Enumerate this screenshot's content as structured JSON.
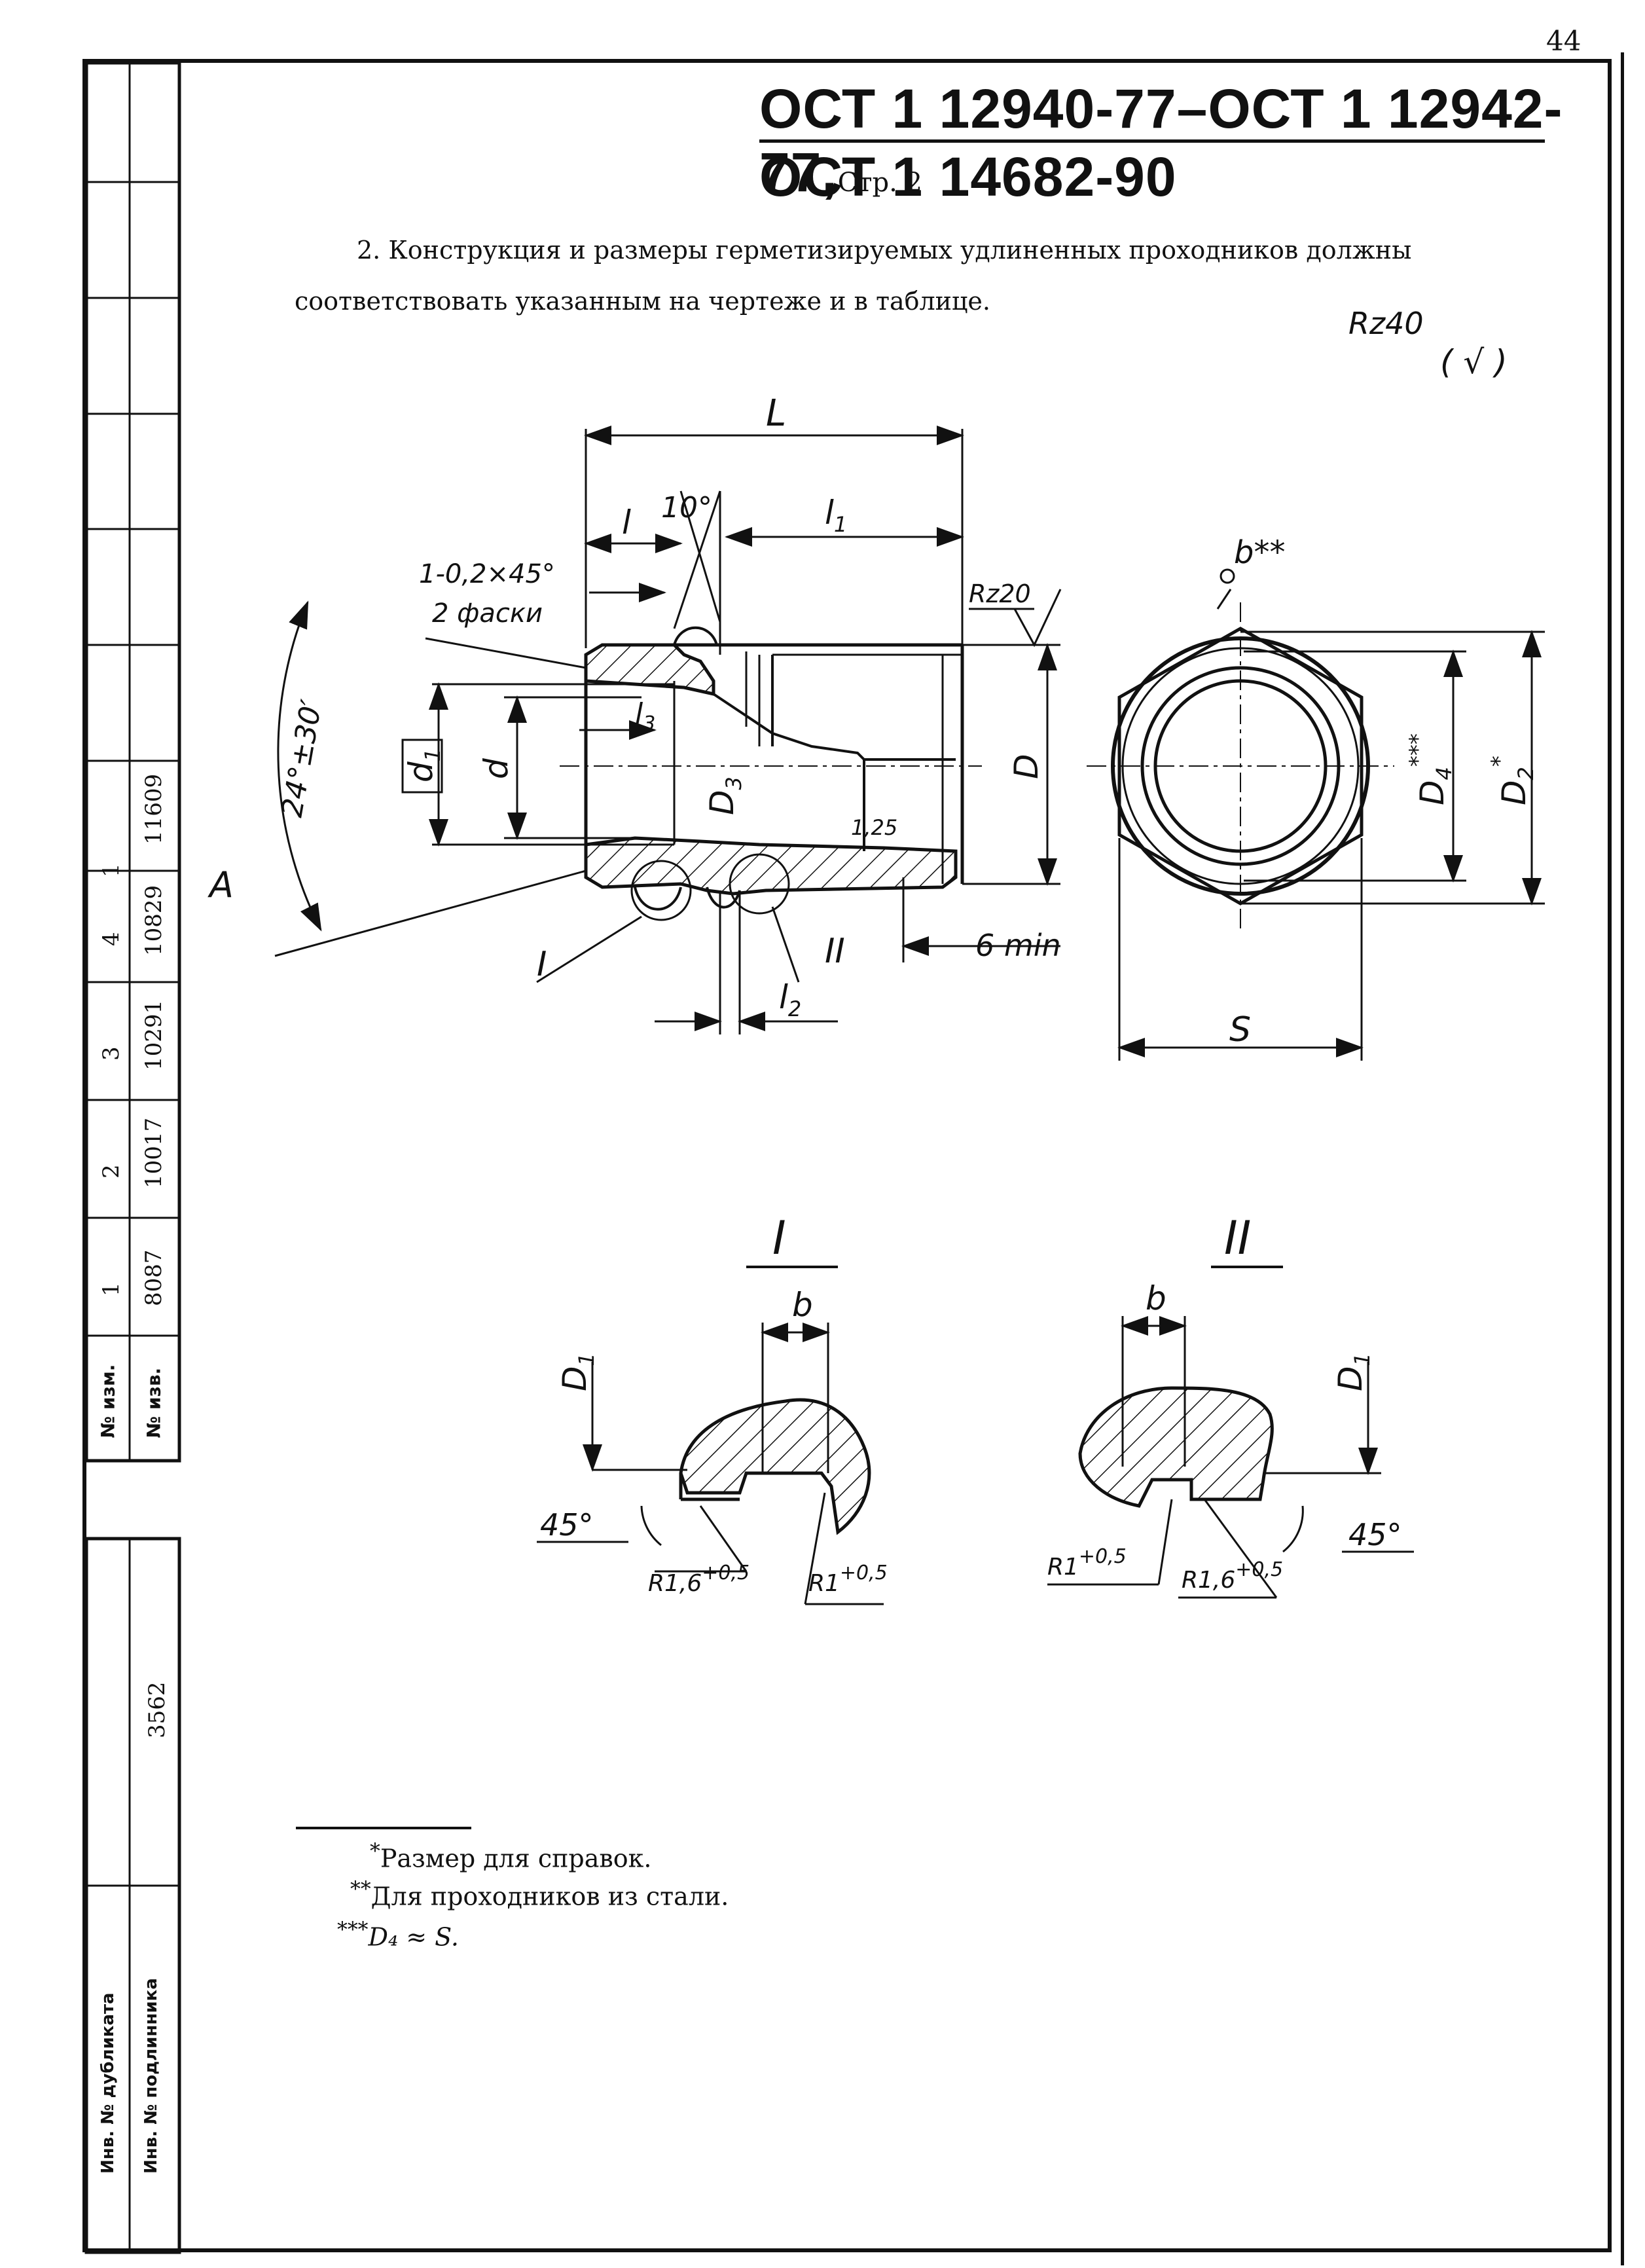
{
  "page_number": "44",
  "header": {
    "standard_line1": "ОСТ 1 12940-77–ОСТ 1 12942-77,",
    "page_ref": "Стр. 2",
    "standard_line2": "ОСТ 1 14682-90"
  },
  "body": {
    "paragraph_line1": "2. Конструкция и размеры герметизируемых удлиненных проходников должны",
    "paragraph_line2": "соответствовать указанным на чертеже и в таблице."
  },
  "drawing": {
    "roughness_general": "Rz40",
    "roughness_paren": "( √ )",
    "roughness_local": "Rz20",
    "dim_L": "L",
    "dim_l": "l",
    "dim_l1": "l",
    "dim_l1_sub": "1",
    "dim_l2": "l",
    "dim_l2_sub": "2",
    "dim_l3": "l",
    "dim_l3_sub": "3",
    "angle_10": "10°",
    "chamfer": "1-0,2×45°",
    "chamfer_note": "2 фаски",
    "angle_24": "24°±30′",
    "view_A": "A",
    "dim_d1": "d",
    "dim_d1_sub": "1",
    "dim_d": "d",
    "dim_D3": "D",
    "dim_D3_sub": "3",
    "dim_D": "D",
    "dim_125": "1,25",
    "dim_6min": "6 min",
    "callout_I": "I",
    "callout_II": "II",
    "dim_b_star": "b**",
    "dim_D4": "D",
    "dim_D4_sub": "4",
    "dim_D4_sup": "***",
    "dim_D2": "D",
    "dim_D2_sub": "2",
    "dim_D2_sup": "*",
    "dim_S": "S",
    "detail_I_title": "I",
    "detail_II_title": "II",
    "detail_b": "b",
    "detail_D1": "D",
    "detail_D1_sub": "1",
    "detail_45": "45°",
    "detail_R16": "R1,6",
    "detail_R16_tol": "+0,5",
    "detail_R1": "R1",
    "detail_R1_tol": "+0,5"
  },
  "footnotes": [
    {
      "mark": "*",
      "text": "Размер для справок."
    },
    {
      "mark": "**",
      "text": "Для проходников из стали."
    },
    {
      "mark": "***",
      "text": "D₄ ≈ S."
    }
  ],
  "sidebar": {
    "changes": [
      {
        "rev": "1",
        "doc": "8087"
      },
      {
        "rev": "2",
        "doc": "10017"
      },
      {
        "rev": "3",
        "doc": "10291"
      },
      {
        "rev": "4",
        "doc": "10829"
      },
      {
        "rev": "1",
        "doc": "11609"
      }
    ],
    "label_rev": "№ изм.",
    "label_doc": "№ изв.",
    "dup_number": "3562",
    "label_dup": "Инв. № дубликата",
    "label_orig": "Инв. № подлинника"
  }
}
